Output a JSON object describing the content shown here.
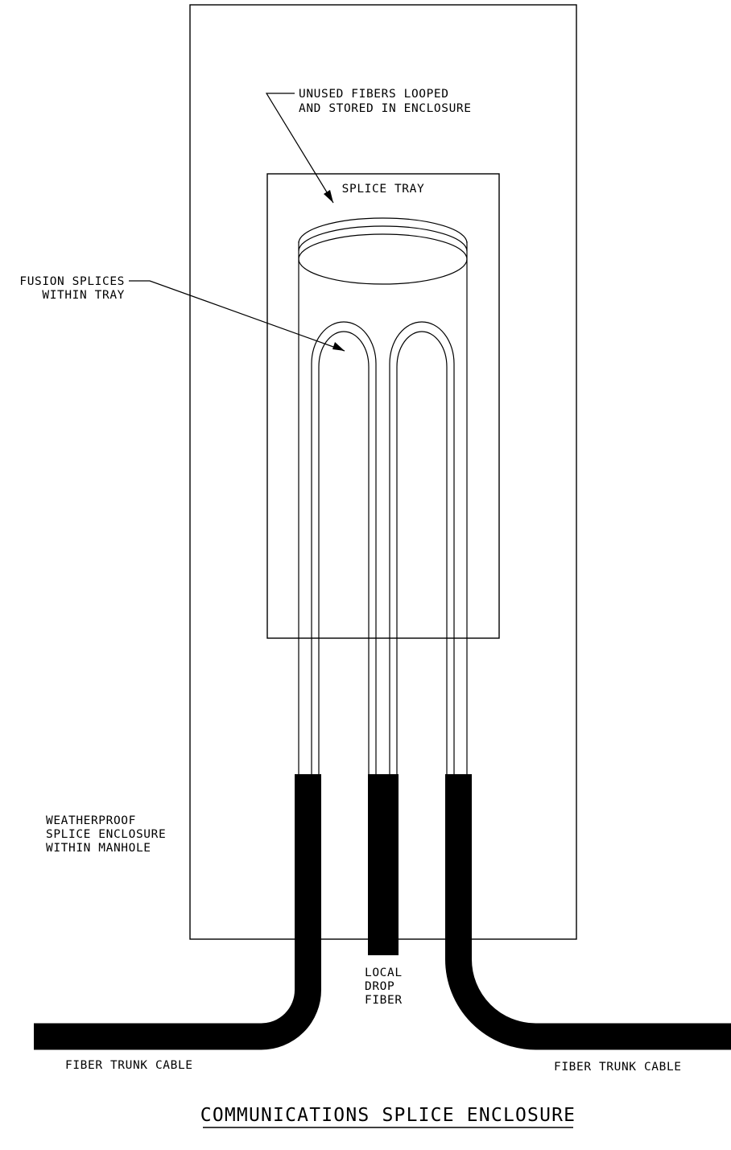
{
  "diagram": {
    "title": "COMMUNICATIONS SPLICE ENCLOSURE",
    "labels": {
      "unused_fibers_line1": "UNUSED FIBERS LOOPED",
      "unused_fibers_line2": "AND STORED IN ENCLOSURE",
      "splice_tray": "SPLICE TRAY",
      "fusion_splices_line1": "FUSION SPLICES",
      "fusion_splices_line2": "WITHIN TRAY",
      "enclosure_line1": "WEATHERPROOF",
      "enclosure_line2": "SPLICE ENCLOSURE",
      "enclosure_line3": "WITHIN MANHOLE",
      "local_drop_line1": "LOCAL",
      "local_drop_line2": "DROP",
      "local_drop_line3": "FIBER",
      "trunk_left": "FIBER TRUNK CABLE",
      "trunk_right": "FIBER TRUNK CABLE"
    }
  }
}
